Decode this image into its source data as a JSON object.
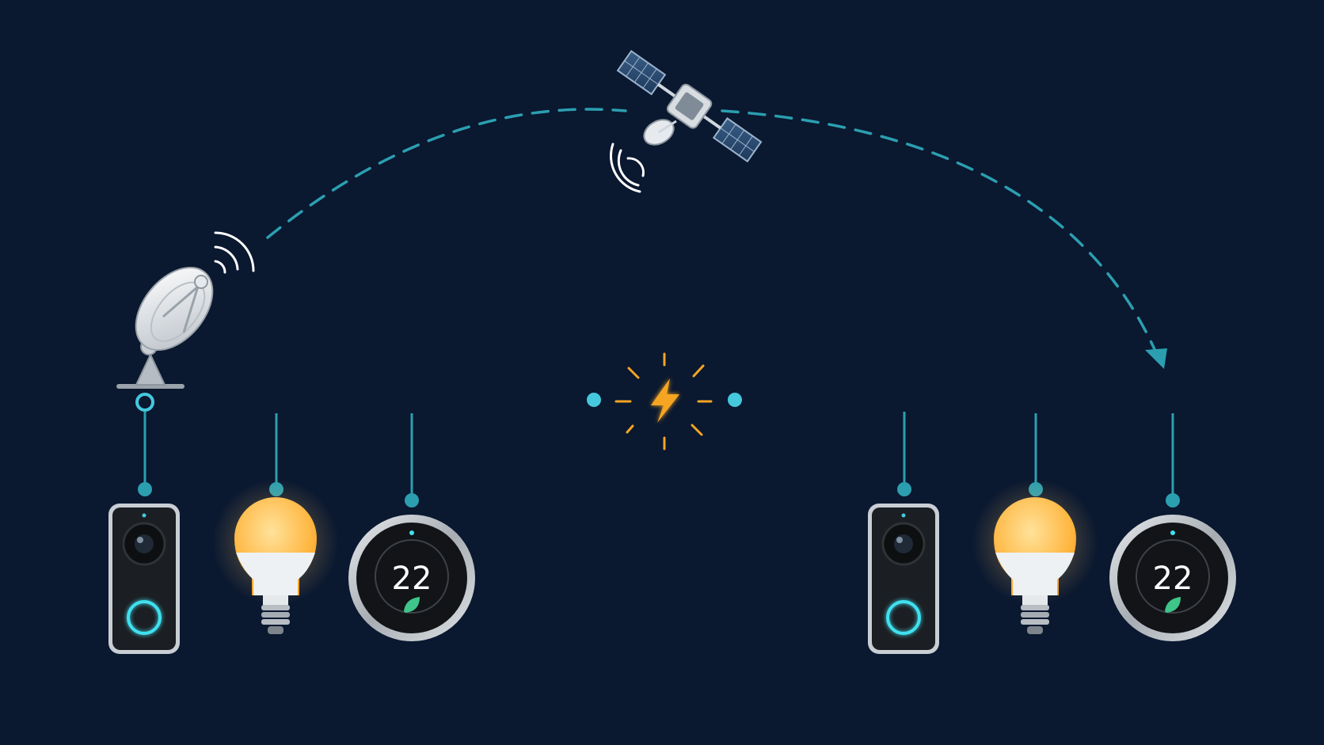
{
  "scene": {
    "background": "#0a1830",
    "line_color": "#45c8dc",
    "link_color": "#2b9fb0",
    "break_color": "#f5a524",
    "bulb_color": "#ffc35c",
    "ring_color": "#3fe0f0"
  },
  "icons": {
    "ground_station": "satellite-dish-icon",
    "satellite": "satellite-icon",
    "outage": "lightning-bolt-icon",
    "doorbell": "video-doorbell-icon",
    "bulb": "smart-bulb-icon",
    "thermostat": "smart-thermostat-icon"
  },
  "groups": [
    {
      "id": "left",
      "thermostat_temp": "22"
    },
    {
      "id": "right",
      "thermostat_temp": "22"
    }
  ]
}
